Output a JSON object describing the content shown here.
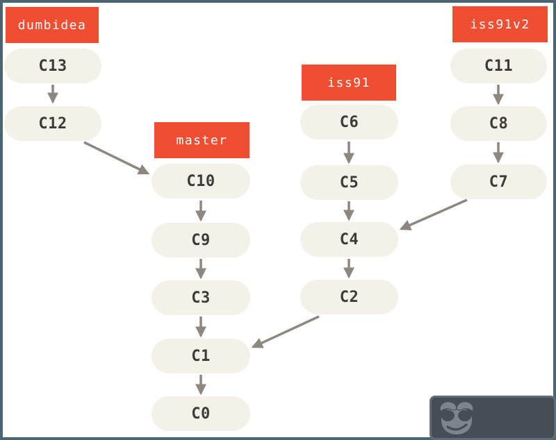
{
  "diagram": {
    "branches": [
      {
        "label": "dumbidea",
        "commits": [
          "C13",
          "C12"
        ]
      },
      {
        "label": "master",
        "commits": [
          "C10",
          "C9",
          "C3",
          "C1",
          "C0"
        ]
      },
      {
        "label": "iss91",
        "commits": [
          "C6",
          "C5",
          "C4",
          "C2"
        ]
      },
      {
        "label": "iss91v2",
        "commits": [
          "C11",
          "C8",
          "C7"
        ]
      }
    ],
    "edges": [
      "C13→C12",
      "C12→C10",
      "C10→C9",
      "C9→C3",
      "C3→C1",
      "C1→C0",
      "C6→C5",
      "C5→C4",
      "C4→C2",
      "C2→C1",
      "C11→C8",
      "C8→C7",
      "C7→C4"
    ],
    "colors": {
      "branch_label_bg": "#f04e32",
      "branch_label_text": "#ffffff",
      "commit_fill": "#f4f1e9",
      "commit_text": "#3e3a36",
      "arrow": "#8e8780",
      "frame": "#4c6671",
      "watermark_bg": "#474d57",
      "watermark_border": "#5f6d78",
      "watermark_face": "#7d848e"
    }
  },
  "watermark": {
    "icon": "sunglasses-smiley-mascot-icon"
  }
}
